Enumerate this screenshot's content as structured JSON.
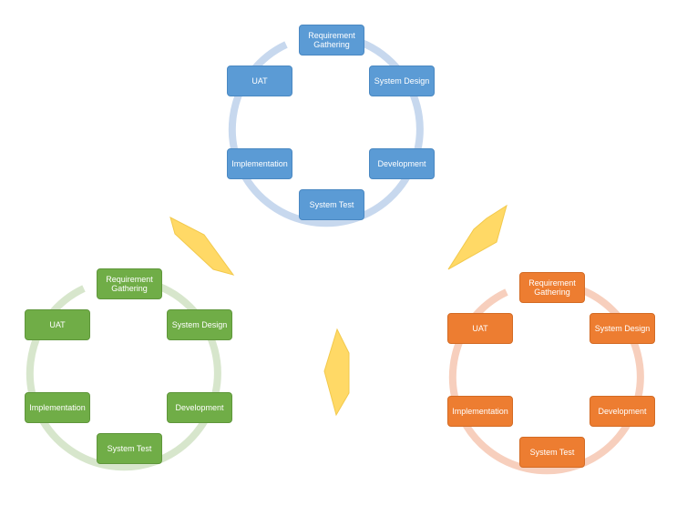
{
  "colors": {
    "blue": "#5b9bd5",
    "blue_ring": "#c7d8ee",
    "green": "#70ad47",
    "green_ring": "#d7e6cc",
    "orange": "#ed7d31",
    "orange_ring": "#f7cfbd",
    "bolt": "#ffd966"
  },
  "cycles": [
    {
      "color": "blue",
      "steps": [
        "Requirement Gathering",
        "System Design",
        "Development",
        "System Test",
        "Implementation",
        "UAT"
      ]
    },
    {
      "color": "green",
      "steps": [
        "Requirement Gathering",
        "System Design",
        "Development",
        "System Test",
        "Implementation",
        "UAT"
      ]
    },
    {
      "color": "orange",
      "steps": [
        "Requirement Gathering",
        "System Design",
        "Development",
        "System Test",
        "Implementation",
        "UAT"
      ]
    }
  ],
  "connectors": [
    "lightning-bolt-icon",
    "lightning-bolt-icon",
    "lightning-bolt-icon"
  ]
}
